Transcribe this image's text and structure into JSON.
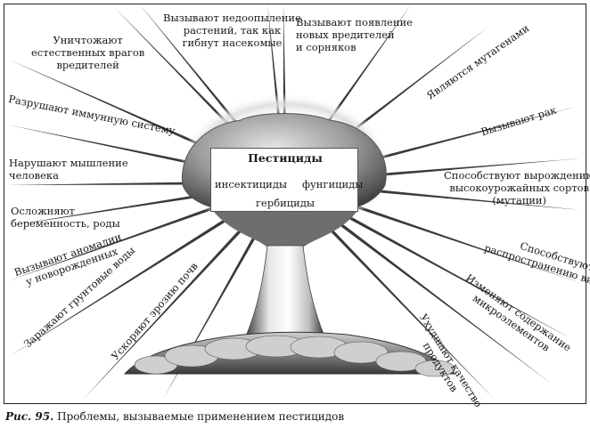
{
  "center": {
    "title": "Пестициды",
    "types": [
      "инсектициды",
      "фунгициды",
      "гербициды"
    ]
  },
  "effects_left": [
    "Уничтожают\nестественных врагов\nвредителей",
    "Разрушают иммунную систему",
    "Нарушают мышление\nчеловека",
    "Осложняют\nбеременность, роды",
    "Вызывают аномалии\nу новорожденных",
    "Заражают грунтовые воды",
    "Ускоряют эрозию почв"
  ],
  "effects_top": [
    "Вызывают недоопыление\nрастений, так как\nгибнут насекомые",
    "Вызывают появление\nновых вредителей\nи сорняков"
  ],
  "effects_right": [
    "Являются мутагенами",
    "Вызывают рак",
    "Способствуют вырождению\nвысокоурожайных сортов\n(мутации)",
    "Способствуют\nраспространению вирусов",
    "Изменяют содержание\nмикроэлементов",
    "Ухудшают качество\nпродуктов"
  ],
  "caption": {
    "label": "Рис. 95.",
    "text": " Проблемы, вызываемые применением пестицидов"
  }
}
